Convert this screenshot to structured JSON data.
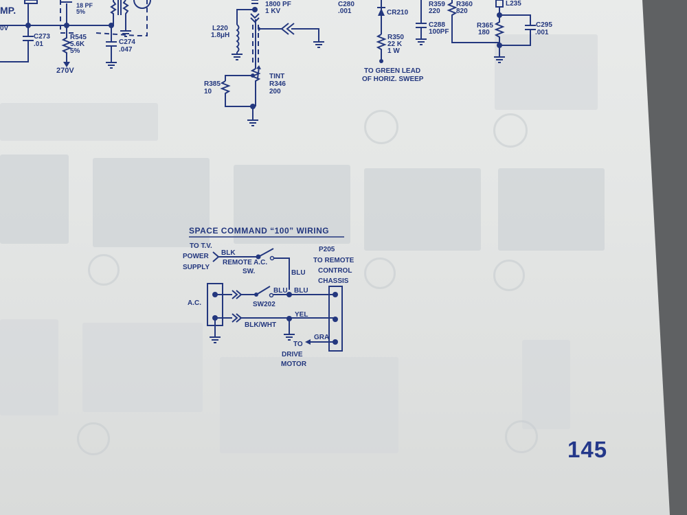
{
  "page": {
    "number": "145",
    "ink_color": "#23377e",
    "paper_color": "#e6e8e7",
    "background_color": "#5f6163"
  },
  "top_left_circuit": {
    "section_label_fragment": "MP.",
    "voltage_fragment": "0V",
    "c_top": {
      "value": "18 PF",
      "tolerance": "5%"
    },
    "c273": {
      "ref": "C273",
      "value": ".01"
    },
    "r545": {
      "ref": "R545",
      "value": "5.6K",
      "tolerance": "5%"
    },
    "c274": {
      "ref": "C274",
      "value": ".047"
    },
    "supply": "270V"
  },
  "tint_circuit": {
    "c_top": {
      "value": "1800 PF",
      "rating": "1 KV"
    },
    "l220": {
      "ref": "L220",
      "value": "1.8μH"
    },
    "r385": {
      "ref": "R385",
      "value": "10"
    },
    "r346": {
      "name": "TINT",
      "ref": "R346",
      "value": "200"
    }
  },
  "right_circuit": {
    "c280": {
      "ref": "C280",
      "value": ".001"
    },
    "cr210": {
      "ref": "CR210"
    },
    "r350": {
      "ref": "R350",
      "value": "22 K",
      "rating": "1 W"
    },
    "note_line1": "TO GREEN LEAD",
    "note_line2": "OF HORIZ. SWEEP",
    "r359": {
      "ref": "R359",
      "value": "220"
    },
    "r360": {
      "ref": "R360",
      "value": "820"
    },
    "c288": {
      "ref": "C288",
      "value": "100PF"
    },
    "l235": {
      "ref": "L235"
    },
    "r365": {
      "ref": "R365",
      "value": "180"
    },
    "c295": {
      "ref": "C295",
      "value": ".001"
    }
  },
  "space_command_wiring": {
    "title": "SPACE COMMAND “100” WIRING",
    "source_line1": "TO T.V.",
    "source_line2": "POWER",
    "source_line3": "SUPPLY",
    "wire_blk": "BLK",
    "remote_switch_line1": "REMOTE A.C.",
    "remote_switch_line2": "SW.",
    "wire_blu_vertical": "BLU",
    "connector_ref": "P205",
    "connector_line1": "TO REMOTE",
    "connector_line2": "CONTROL",
    "connector_line3": "CHASSIS",
    "ac_label": "A.C.",
    "sw202": "SW202",
    "wire_blu_left": "BLU",
    "wire_blu_right": "BLU",
    "wire_blk_wht": "BLK/WHT",
    "wire_yel": "YEL",
    "wire_gra": "GRA",
    "drive_line1": "TO",
    "drive_line2": "DRIVE",
    "drive_line3": "MOTOR"
  }
}
